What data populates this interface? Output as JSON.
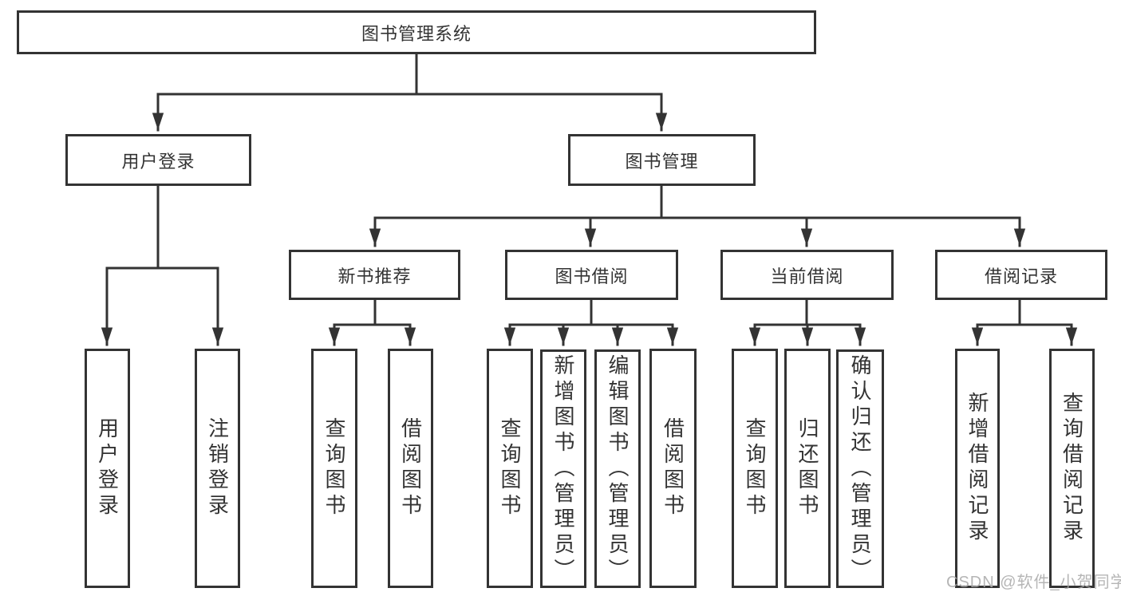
{
  "diagram": {
    "root": {
      "label": "图书管理系统"
    },
    "branches": [
      {
        "label": "用户登录",
        "leaves": [
          {
            "label": "用户登录"
          },
          {
            "label": "注销登录"
          }
        ]
      },
      {
        "label": "图书管理",
        "groups": [
          {
            "label": "新书推荐",
            "leaves": [
              {
                "label": "查询图书"
              },
              {
                "label": "借阅图书"
              }
            ]
          },
          {
            "label": "图书借阅",
            "leaves": [
              {
                "label": "查询图书"
              },
              {
                "label": "新增图书（管理员）"
              },
              {
                "label": "编辑图书（管理员）"
              },
              {
                "label": "借阅图书"
              }
            ]
          },
          {
            "label": "当前借阅",
            "leaves": [
              {
                "label": "查询图书"
              },
              {
                "label": "归还图书"
              },
              {
                "label": "确认归还（管理员）"
              }
            ]
          },
          {
            "label": "借阅记录",
            "leaves": [
              {
                "label": "新增借阅记录"
              },
              {
                "label": "查询借阅记录"
              }
            ]
          }
        ]
      }
    ]
  },
  "watermark": {
    "text": "CSDN @软件_小贺同学"
  },
  "colors": {
    "line": "#333333",
    "box_border": "#333333",
    "box_fill": "#ffffff",
    "text": "#333333",
    "watermark": "#a9a9a9"
  }
}
